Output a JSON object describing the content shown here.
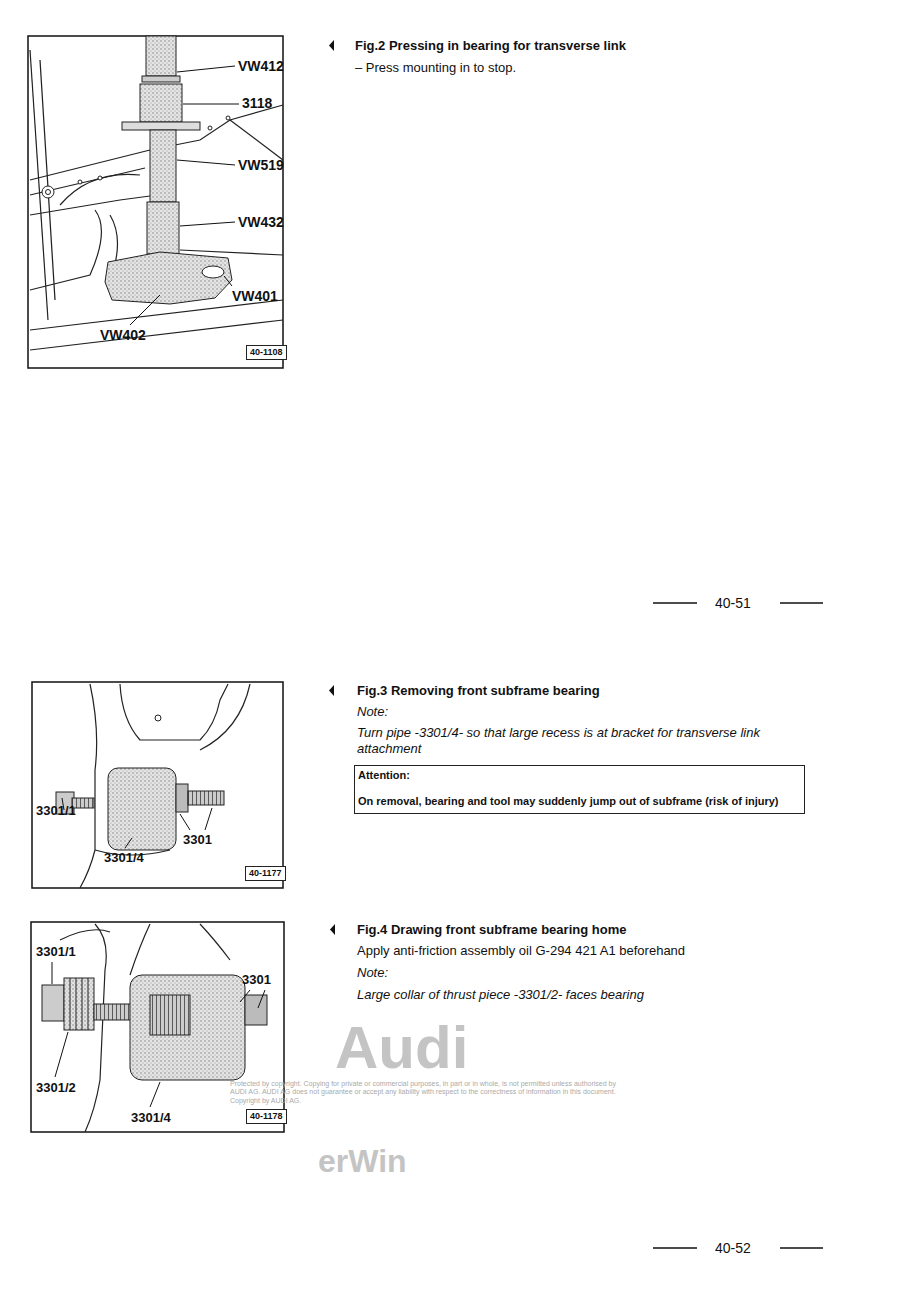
{
  "diagram": {
    "nodes": [
      {
        "text": [
          "40-1108"
        ]
      },
      {
        "text": [
          "Attention:",
          "On removal, bearing and tool may suddenly jump out of subframe (risk of injury)"
        ]
      },
      {
        "text": [
          "40-1177"
        ]
      },
      {
        "text": [
          "40-1178"
        ]
      }
    ],
    "edges": [],
    "labels": [
      "Fig.2 Pressing in bearing for transverse link",
      "– Press mounting in to stop.",
      "VW412",
      "3118",
      "VW519",
      "VW432",
      "VW401",
      "VW402",
      "40-51",
      "Fig.3 Removing front subframe bearing",
      "Note:",
      "Turn pipe -3301/4- so that large recess is at bracket for transverse link attachment",
      "3301/1",
      "3301",
      "3301/4",
      "Fig.4 Drawing front subframe bearing home",
      "Apply anti-friction assembly oil G-294 421 A1 beforehand",
      "Note:",
      "Large collar of thrust piece -3301/2- faces bearing",
      "3301/1",
      "3301",
      "3301/2",
      "3301/4",
      "Audi",
      "Protected by copyright. Copying for private or commercial purposes, in part or in whole, is not permitted unless authorised by AUDI AG. AUDI AG does not guarantee or accept any liability with respect to the correctness of information in this document. Copyright by AUDI AG.",
      "erWin",
      "40-52"
    ]
  }
}
